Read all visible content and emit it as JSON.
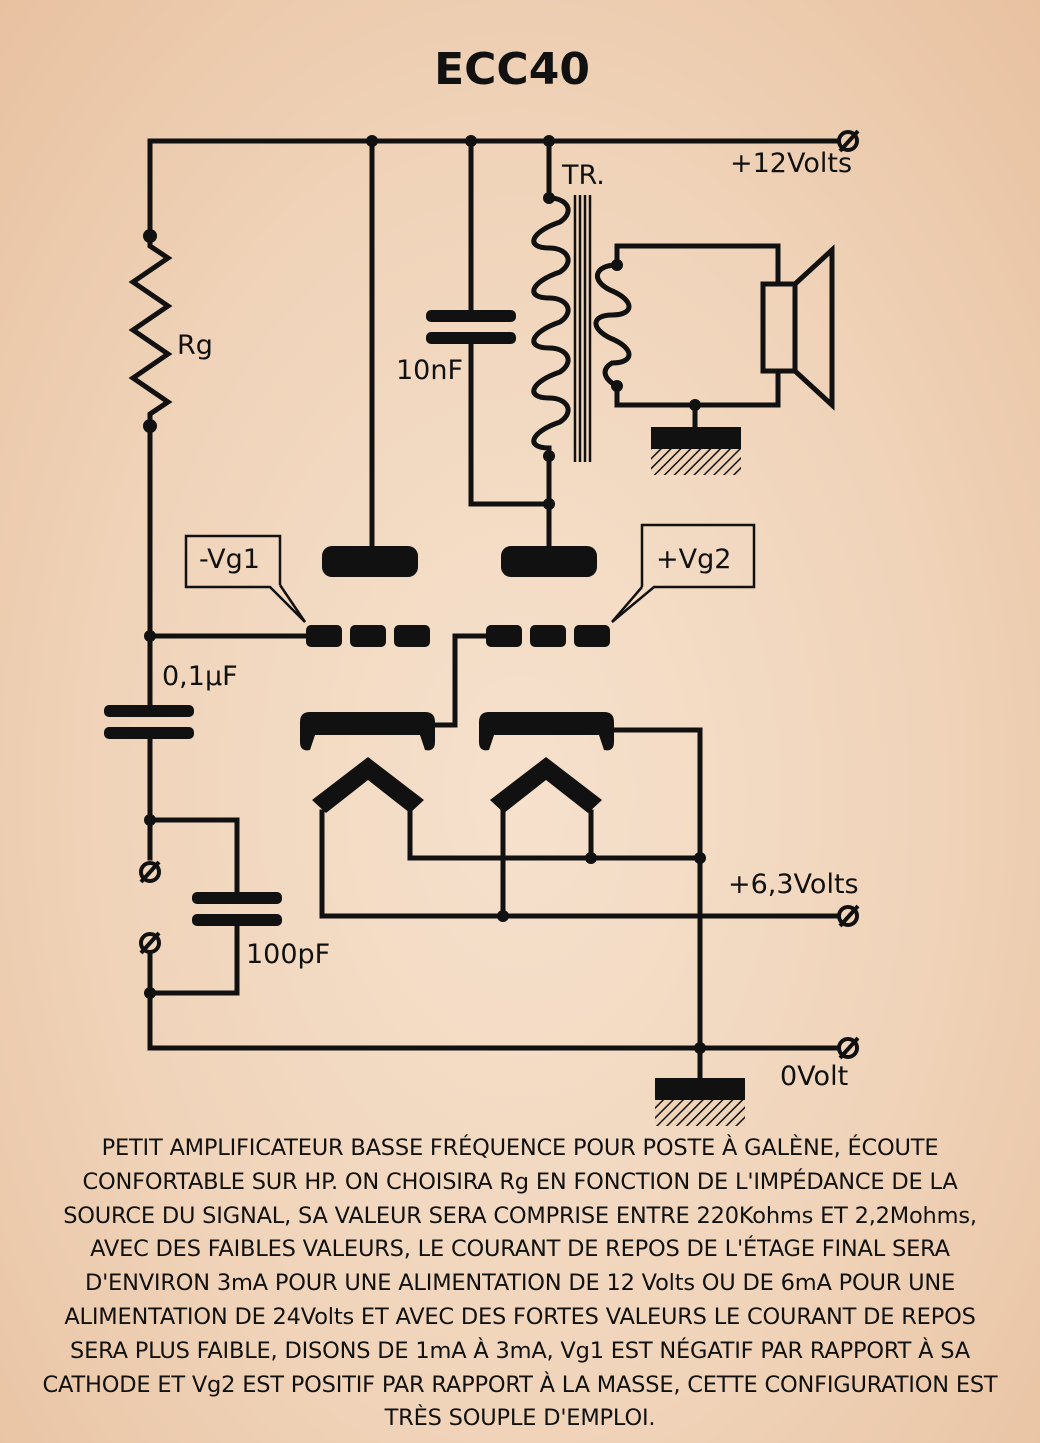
{
  "title": "ECC40",
  "labels": {
    "plus12": "+12Volts",
    "transformer": "TR.",
    "rg": "Rg",
    "cap10n": "10nF",
    "vg1": "-Vg1",
    "vg2": "+Vg2",
    "cap01u": "0,1µF",
    "plus63": "+6,3Volts",
    "cap100p": "100pF",
    "zero": "0Volt"
  },
  "description": "PETIT AMPLIFICATEUR BASSE FRÉQUENCE POUR POSTE À GALÈNE, ÉCOUTE CONFORTABLE SUR HP. ON CHOISIRA Rg EN FONCTION DE L'IMPÉDANCE DE LA SOURCE DU SIGNAL, SA VALEUR SERA COMPRISE ENTRE 220Kohms ET 2,2Mohms, AVEC DES FAIBLES VALEURS, LE COURANT DE REPOS DE L'ÉTAGE FINAL SERA D'ENVIRON 3mA POUR UNE ALIMENTATION DE 12 Volts OU DE 6mA POUR UNE ALIMENTATION DE 24Volts ET AVEC DES FORTES VALEURS LE COURANT DE REPOS SERA PLUS FAIBLE, DISONS DE 1mA À 3mA, Vg1 EST NÉGATIF PAR RAPPORT À SA CATHODE ET Vg2 EST POSITIF PAR RAPPORT À LA MASSE, CETTE CONFIGURATION EST TRÈS SOUPLE D'EMPLOI."
}
